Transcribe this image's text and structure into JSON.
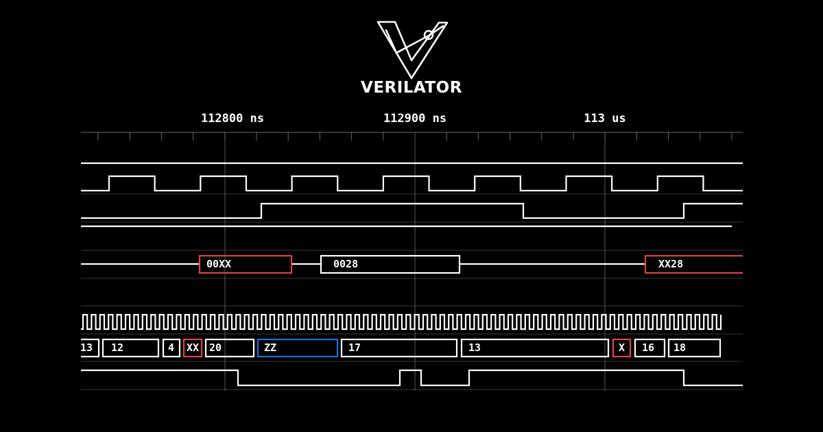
{
  "app": {
    "title": "VERILATOR"
  },
  "timeline": {
    "markers": [
      "112800 ns",
      "112900 ns",
      "113 us"
    ]
  },
  "colors": {
    "background": "#000000",
    "trace": "#ffffff",
    "grid": "#555555",
    "unknown": "#e0443e",
    "high_z": "#1e6fd9"
  },
  "buses": {
    "bus_a": [
      {
        "label": "00XX",
        "state": "unknown"
      },
      {
        "label": "0028",
        "state": "valid"
      },
      {
        "label": "XX28",
        "state": "unknown"
      }
    ],
    "bus_b": [
      {
        "label": "13",
        "state": "valid"
      },
      {
        "label": "12",
        "state": "valid"
      },
      {
        "label": "4",
        "state": "valid"
      },
      {
        "label": "XX",
        "state": "unknown"
      },
      {
        "label": "20",
        "state": "valid"
      },
      {
        "label": "ZZ",
        "state": "high_z"
      },
      {
        "label": "17",
        "state": "valid"
      },
      {
        "label": "13",
        "state": "valid"
      },
      {
        "label": "X",
        "state": "unknown"
      },
      {
        "label": "16",
        "state": "valid"
      },
      {
        "label": "18",
        "state": "valid"
      }
    ]
  }
}
